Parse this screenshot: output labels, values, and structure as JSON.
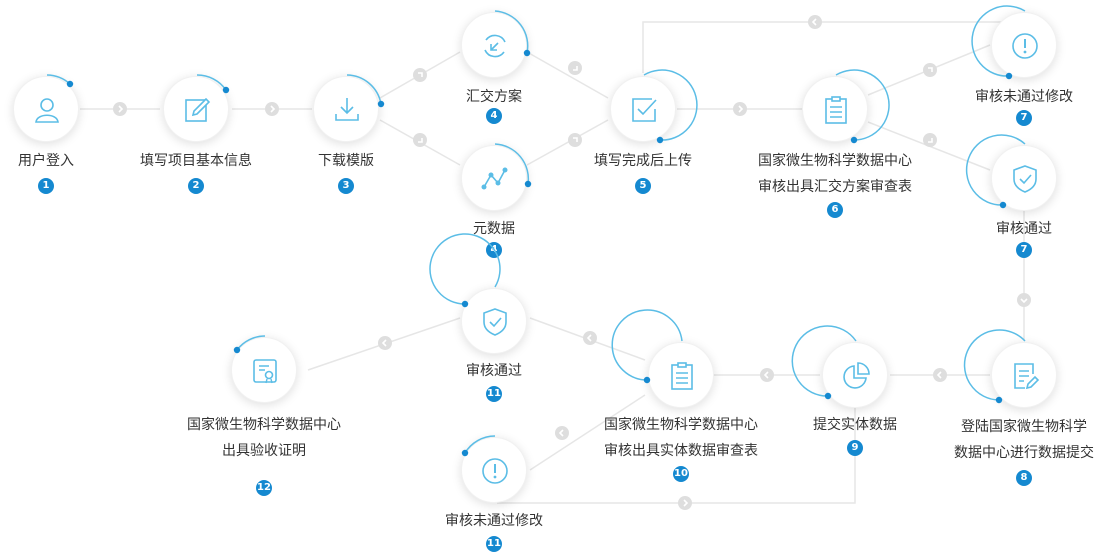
{
  "colors": {
    "accent": "#1589d0",
    "icon": "#5bbde6",
    "connector": "#e6e6e6",
    "arrow_bg": "#dedede"
  },
  "steps": {
    "login": {
      "label": "用户登入",
      "num": "1",
      "icon": "user-icon"
    },
    "fill_info": {
      "label": "填写项目基本信息",
      "num": "2",
      "icon": "edit-icon"
    },
    "download": {
      "label": "下载模版",
      "num": "3",
      "icon": "download-icon"
    },
    "summary_plan": {
      "label": "汇交方案",
      "num": "4",
      "icon": "exchange-icon"
    },
    "metadata": {
      "label": "元数据",
      "num": "4",
      "icon": "nodes-icon"
    },
    "upload": {
      "label": "填写完成后上传",
      "num": "5",
      "icon": "checkbox-icon"
    },
    "plan_review": {
      "line1": "国家微生物科学数据中心",
      "line2": "审核出具汇交方案审查表",
      "num": "6",
      "icon": "clipboard-icon"
    },
    "reject_top": {
      "label": "审核未通过修改",
      "num": "7",
      "icon": "alert-icon"
    },
    "pass_top": {
      "label": "审核通过",
      "num": "7",
      "icon": "shield-check-icon"
    },
    "register": {
      "line1": "登陆国家微生物科学",
      "line2": "数据中心进行数据提交",
      "num": "8",
      "icon": "document-edit-icon"
    },
    "submit_entity": {
      "label": "提交实体数据",
      "num": "9",
      "icon": "pie-chart-icon"
    },
    "entity_review": {
      "line1": "国家微生物科学数据中心",
      "line2": "审核出具实体数据审查表",
      "num": "10",
      "icon": "clipboard-icon"
    },
    "pass_bottom": {
      "label": "审核通过",
      "num": "11",
      "icon": "shield-check-icon"
    },
    "reject_bottom": {
      "label": "审核未通过修改",
      "num": "11",
      "icon": "alert-icon"
    },
    "certificate": {
      "line1": "国家微生物科学数据中心",
      "line2": "出具验收证明",
      "num": "12",
      "icon": "certificate-icon"
    }
  }
}
